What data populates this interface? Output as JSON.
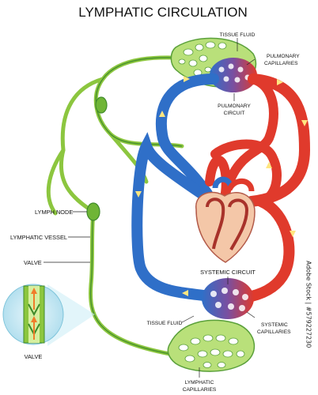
{
  "title": "LYMPHATIC CIRCULATION",
  "labels": {
    "tissue_fluid_top": "TISSUE FLUID",
    "pulmonary_capillaries_1": "PULMONARY",
    "pulmonary_capillaries_2": "CAPILLARIES",
    "pulmonary_circuit_1": "PULMONARY",
    "pulmonary_circuit_2": "CIRCUIT",
    "lymph_node": "LYMPH NODE",
    "lymphatic_vessel": "LYMPHATIC VESSEL",
    "valve": "VALVE",
    "valve_inset": "VALVE",
    "systemic_circuit": "SYSTEMIC CIRCUIT",
    "tissue_fluid_bottom": "TISSUE FLUID",
    "systemic_capillaries_1": "SYSTEMIC",
    "systemic_capillaries_2": "CAPILLARIES",
    "lymphatic_capillaries_1": "LYMPHATIC",
    "lymphatic_capillaries_2": "CAPILLARIES"
  },
  "watermark": "Adobe Stock | #579227230",
  "colors": {
    "lymph": "#8cc63f",
    "lymph_dark": "#3f8a2a",
    "oxygen_poor": "#2f6fc8",
    "oxygen_rich": "#e03a2c",
    "arrow": "#ffe680",
    "heart": "#f4c7a8"
  }
}
